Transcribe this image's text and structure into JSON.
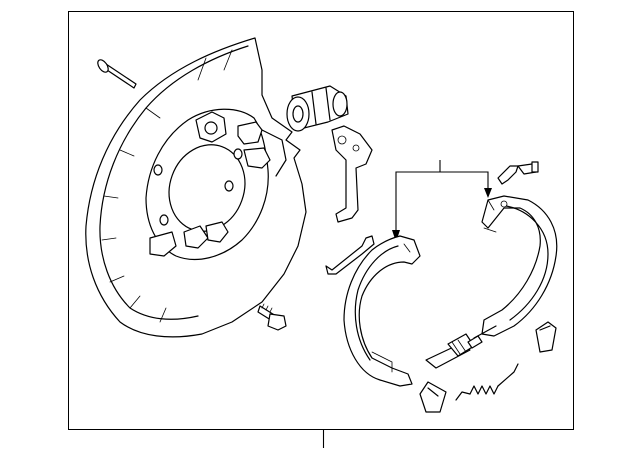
{
  "diagram": {
    "callouts": [],
    "parts": [
      "backing-plate",
      "backing-plate-bolt",
      "mounting-bolt",
      "adjuster-cylinder",
      "shoe-bracket",
      "retainer-clip",
      "brake-shoe-front",
      "brake-shoe-rear",
      "adjuster-screw",
      "return-spring",
      "hold-down-pin",
      "anchor-block-left",
      "anchor-block-right"
    ]
  }
}
